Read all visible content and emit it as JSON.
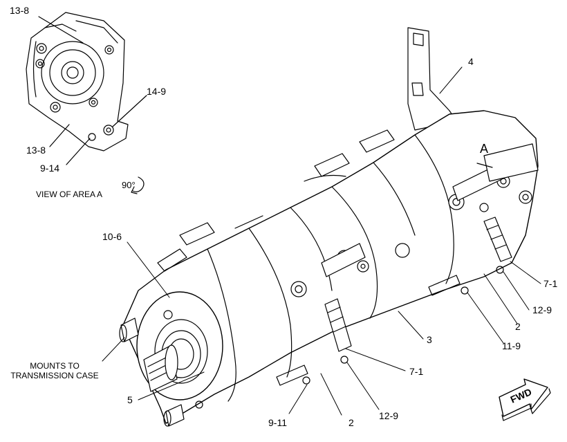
{
  "callouts": {
    "c13_8_top": "13-8",
    "c14_9": "14-9",
    "c13_8_bottom": "13-8",
    "c9_14": "9-14",
    "c4": "4",
    "c10_6": "10-6",
    "c7_1_right": "7-1",
    "c12_9_right": "12-9",
    "c2_right": "2",
    "c11_9": "11-9",
    "c3": "3",
    "c7_1_lower": "7-1",
    "c5": "5",
    "c9_11": "9-11",
    "c2_lower": "2",
    "c12_9_lower": "12-9"
  },
  "view_caption": "VIEW OF AREA  A",
  "rotation_label": "90°",
  "area_marker": "A",
  "mounts_note": {
    "line1": "MOUNTS TO",
    "line2": "TRANSMISSION CASE"
  },
  "fwd_label": "FWD",
  "colors": {
    "line": "#000000",
    "background": "#ffffff"
  }
}
